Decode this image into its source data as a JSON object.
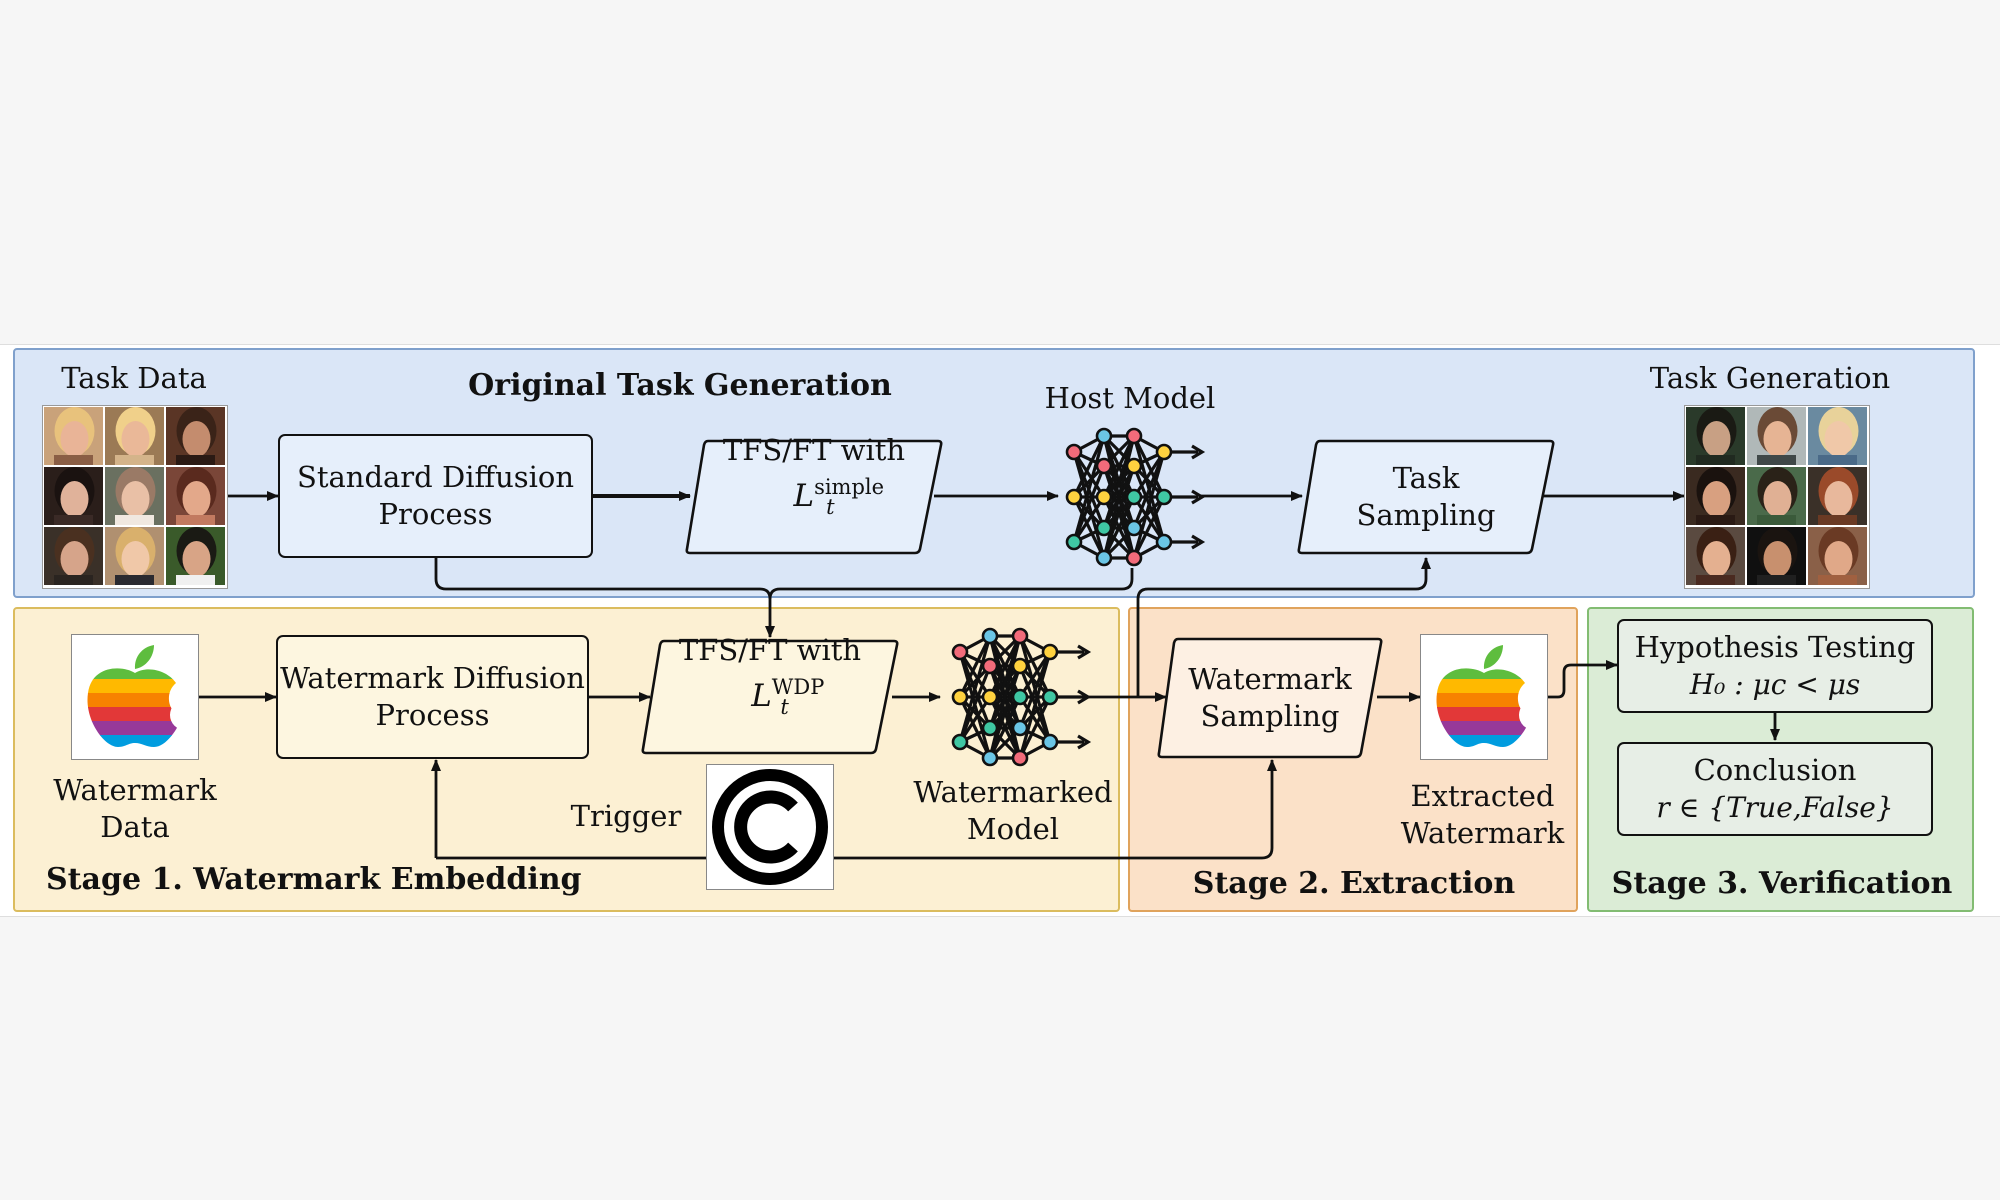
{
  "regions": {
    "top": {
      "title": "Original Task Generation",
      "fill": "#dae6f7",
      "border": "#7fa0cc"
    },
    "stage1": {
      "title": "Stage 1. Watermark Embedding",
      "fill": "#fcf0d3",
      "border": "#dbbc5e"
    },
    "stage2": {
      "title": "Stage 2. Extraction",
      "fill": "#fbe1c8",
      "border": "#e0a35c"
    },
    "stage3": {
      "title": "Stage 3. Verification",
      "fill": "#dbecd6",
      "border": "#82bc72"
    }
  },
  "labels": {
    "task_data": "Task Data",
    "host_model": "Host Model",
    "task_generation": "Task Generation",
    "watermark_data": [
      "Watermark",
      "Data"
    ],
    "trigger": "Trigger",
    "watermarked_model": [
      "Watermarked",
      "Model"
    ],
    "extracted_watermark": [
      "Extracted",
      "Watermark"
    ]
  },
  "boxes": {
    "standard_diffusion": [
      "Standard Diffusion",
      "Process"
    ],
    "tfs_simple": {
      "line1": "TFS/FT with",
      "var": "L",
      "sup": "simple",
      "sub": "t"
    },
    "task_sampling": [
      "Task",
      "Sampling"
    ],
    "watermark_diffusion": [
      "Watermark Diffusion",
      "Process"
    ],
    "tfs_wdp": {
      "line1": "TFS/FT with",
      "var": "L",
      "sup": "WDP",
      "sub": "t"
    },
    "watermark_sampling": [
      "Watermark",
      "Sampling"
    ],
    "hypothesis": {
      "line1": "Hypothesis Testing",
      "formula": "H₀ : μc < μs"
    },
    "conclusion": {
      "line1": "Conclusion",
      "formula": "r ∈ {True,False}"
    }
  },
  "colors": {
    "box_top": "#e6effb",
    "box_stage1": "#fdf6e0",
    "box_stage2": "#fdf0e3",
    "box_stage3": "#e7eee6",
    "node_colors": [
      "#f26b7a",
      "#ffd23f",
      "#3fc7a3",
      "#6bc6e6"
    ]
  }
}
